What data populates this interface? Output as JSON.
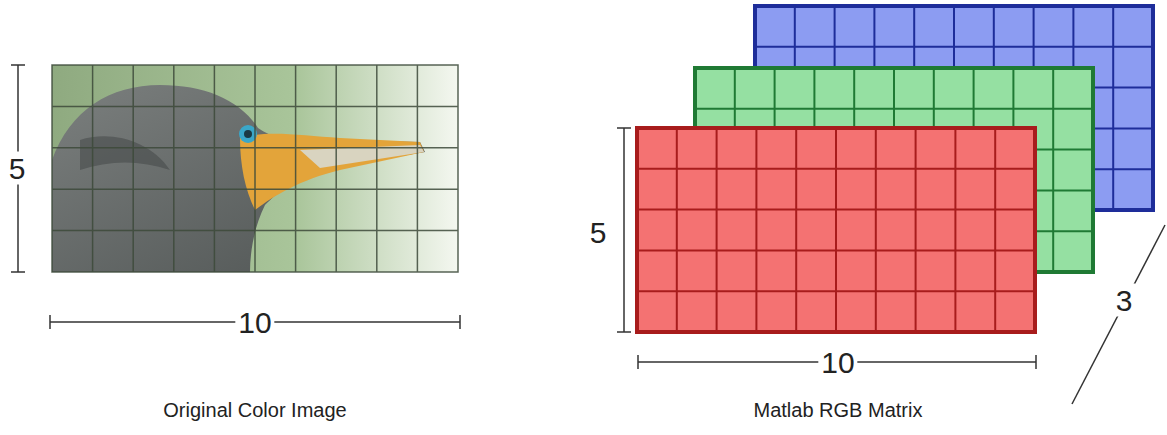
{
  "diagram": {
    "labels": [
      "5",
      "10",
      "Original Color Image",
      "5",
      "10",
      "3",
      "Matlab RGB Matrix"
    ]
  }
}
